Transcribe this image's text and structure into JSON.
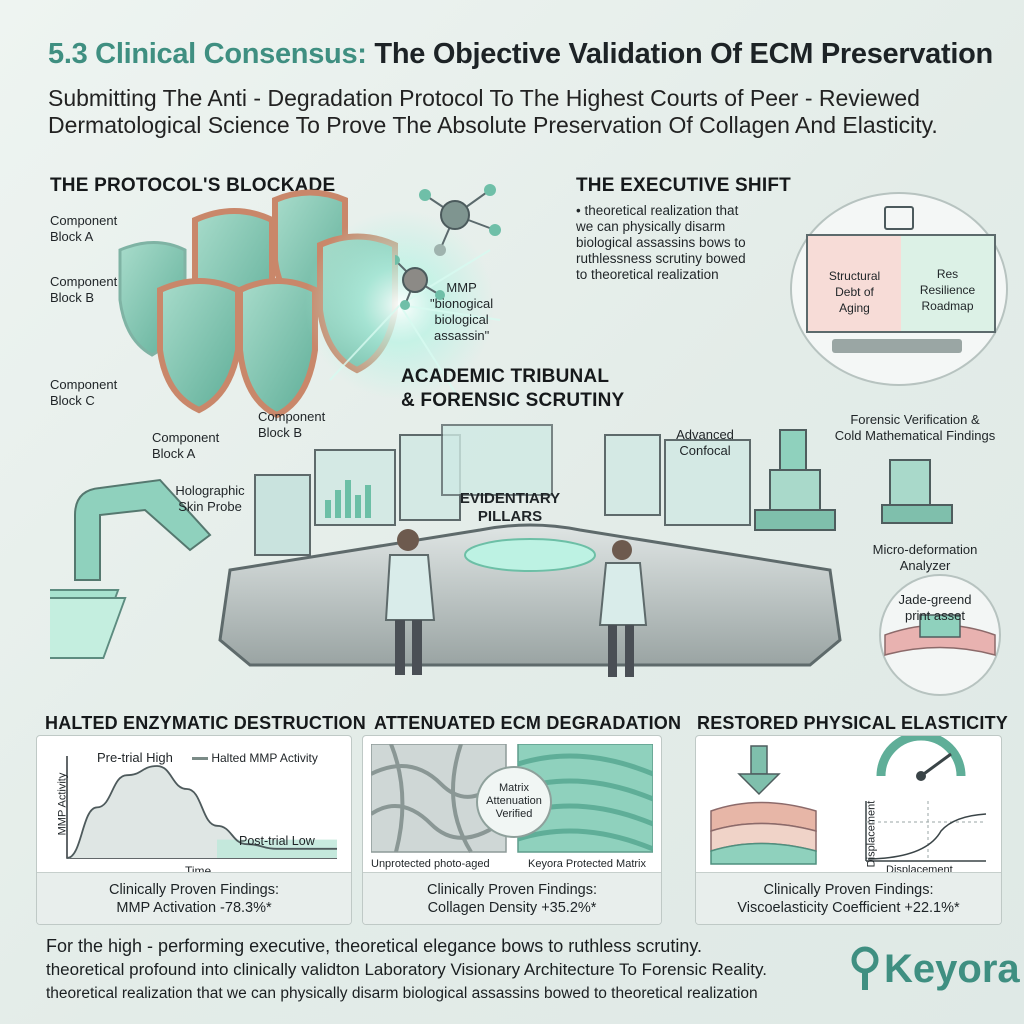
{
  "header": {
    "title_highlight": "5.3 Clinical Consensus:",
    "title_rest": "The Objective Validation Of ECM Preservation",
    "subtitle": "Submitting The Anti - Degradation Protocol To The Highest Courts of Peer - Reviewed Dermatological Science To Prove The Absolute Preservation Of Collagen And Elasticity."
  },
  "blockade": {
    "heading": "THE PROTOCOL'S BLOCKADE",
    "labels": [
      "Component\nBlock A",
      "Component\nBlock B",
      "Component\nBlock C",
      "Component\nBlock A",
      "Component\nBlock B"
    ],
    "mmp_label": "MMP\n\"bionogical\nbiological\nassassin\""
  },
  "executive": {
    "heading": "THE EXECUTIVE SHIFT",
    "bullet": "• theoretical realization that\nwe can physically disarm\nbiological assassins bows to\nruthlessness scrutiny bowed\nto theoretical realization",
    "screen_left": "Structural\nDebt of\nAging",
    "screen_right": "Res\nResilience\nRoadmap"
  },
  "tribunal": {
    "heading": "ACADEMIC TRIBUNAL\n& FORENSIC SCRUTINY",
    "pillars": "EVIDENTIARY\nPILLARS",
    "probe": "Holographic\nSkin Probe",
    "confocal": "Advanced\nConfocal",
    "forensic": "Forensic Verification &\nCold Mathematical Findings",
    "analyzer": "Micro-deformation\nAnalyzer",
    "print_asset": "Jade-greend\nprint asset"
  },
  "panels": [
    {
      "heading": "HALTED ENZYMATIC DESTRUCTION",
      "finding": "Clinically Proven Findings:\nMMP Activation -78.3%*",
      "chart_pre": "Pre-trial High",
      "chart_legend": "Halted MMP Activity",
      "chart_post": "Post-trial Low",
      "chart_ylabel": "MMP Activity",
      "chart_xlabel": "Time"
    },
    {
      "heading": "ATTENUATED ECM DEGRADATION",
      "finding": "Clinically Proven Findings:\nCollagen Density +35.2%*",
      "badge": "Matrix\nAttenuation\nVerified",
      "left_caption": "Unprotected photo-aged",
      "right_caption": "Keyora Protected Matrix"
    },
    {
      "heading": "RESTORED PHYSICAL ELASTICITY",
      "finding": "Clinically Proven Findings:\nViscoelasticity Coefficient +22.1%*",
      "chart_ylabel": "Displacement",
      "chart_xlabel": "Displacement"
    }
  ],
  "chart_data": {
    "type": "area",
    "x_labels": [],
    "series": [
      {
        "name": "Halted MMP Activity",
        "values": [
          0.0,
          0.55,
          0.9,
          1.0,
          0.75,
          0.35,
          0.15,
          0.1,
          0.1,
          0.1
        ]
      }
    ],
    "xlabel": "Time",
    "ylabel": "MMP Activity",
    "annotations": [
      "Pre-trial High",
      "Post-trial Low"
    ]
  },
  "footer": {
    "line1": "For the high - performing executive, theoretical elegance bows to ruthless scrutiny.",
    "line2": "theoretical profound into clinically validton Laboratory Visionary Architecture To Forensic Reality.",
    "line3": "theoretical realization that we can physically disarm biological assassins bowed to theoretical realization",
    "brand": "Keyora"
  },
  "colors": {
    "accent": "#3f8f81",
    "jade": "#8fd1bd",
    "shield_rim": "#c9876a",
    "panel_bg": "#ffffff"
  }
}
